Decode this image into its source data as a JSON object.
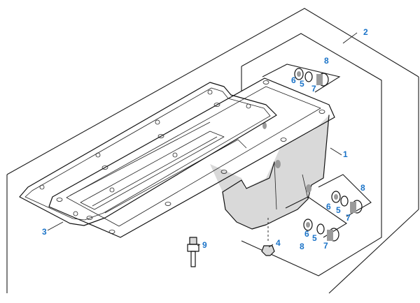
{
  "colors": {
    "callout": "#1a73c8",
    "line": "#111111",
    "shade": "#d9d9d9"
  },
  "callouts": [
    {
      "id": "c2",
      "label": "2"
    },
    {
      "id": "c1",
      "label": "1"
    },
    {
      "id": "c3",
      "label": "3"
    },
    {
      "id": "c4",
      "label": "4"
    },
    {
      "id": "c9",
      "label": "9"
    },
    {
      "id": "c8a",
      "label": "8"
    },
    {
      "id": "c6a",
      "label": "6"
    },
    {
      "id": "c5a",
      "label": "5"
    },
    {
      "id": "c7a",
      "label": "7"
    },
    {
      "id": "c8b",
      "label": "8"
    },
    {
      "id": "c6b",
      "label": "6"
    },
    {
      "id": "c5b",
      "label": "5"
    },
    {
      "id": "c7b",
      "label": "7"
    },
    {
      "id": "c8c",
      "label": "8"
    },
    {
      "id": "c6c",
      "label": "6"
    },
    {
      "id": "c5c",
      "label": "5"
    },
    {
      "id": "c7c",
      "label": "7"
    }
  ]
}
